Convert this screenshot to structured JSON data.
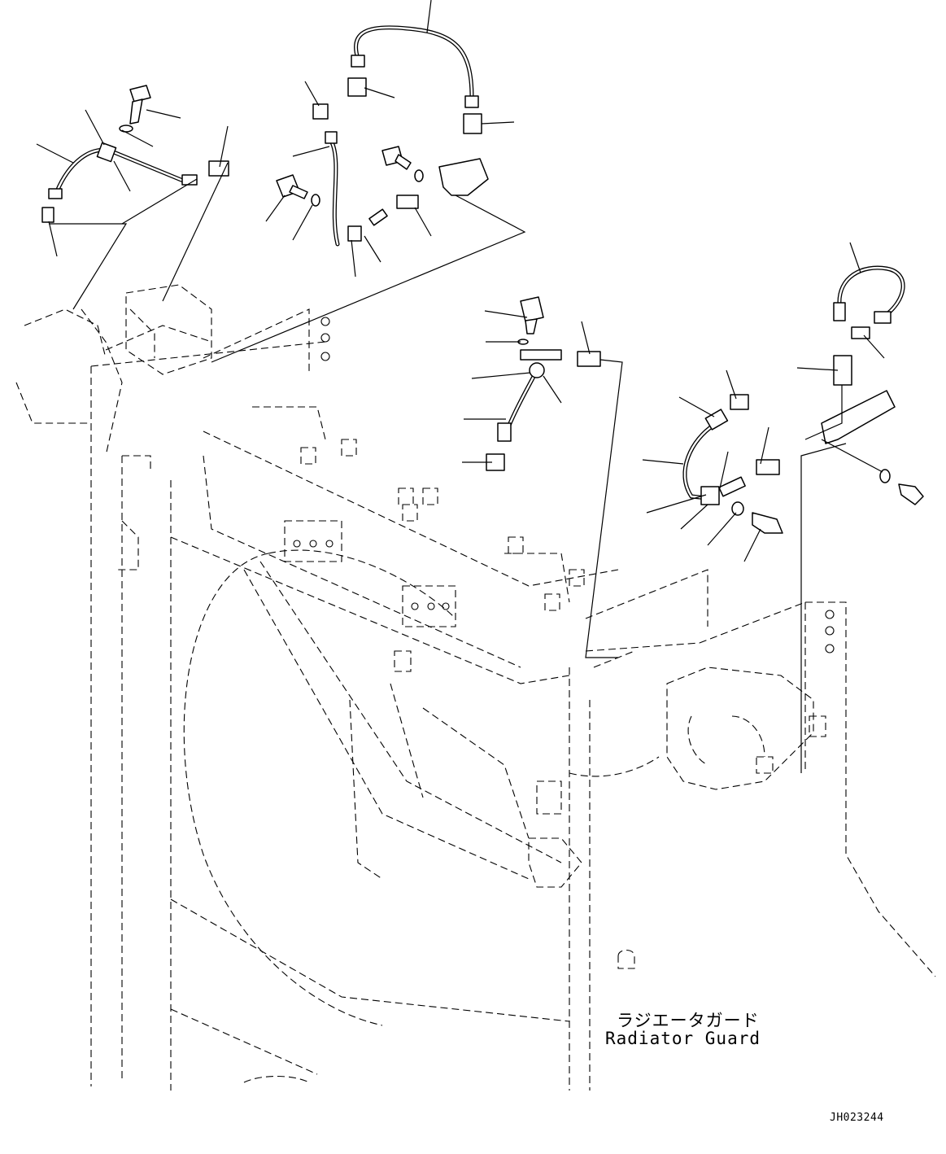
{
  "labels": {
    "japanese_caption": "ラジエータガード",
    "english_caption": "Radiator Guard",
    "drawing_number": "JH023244"
  }
}
